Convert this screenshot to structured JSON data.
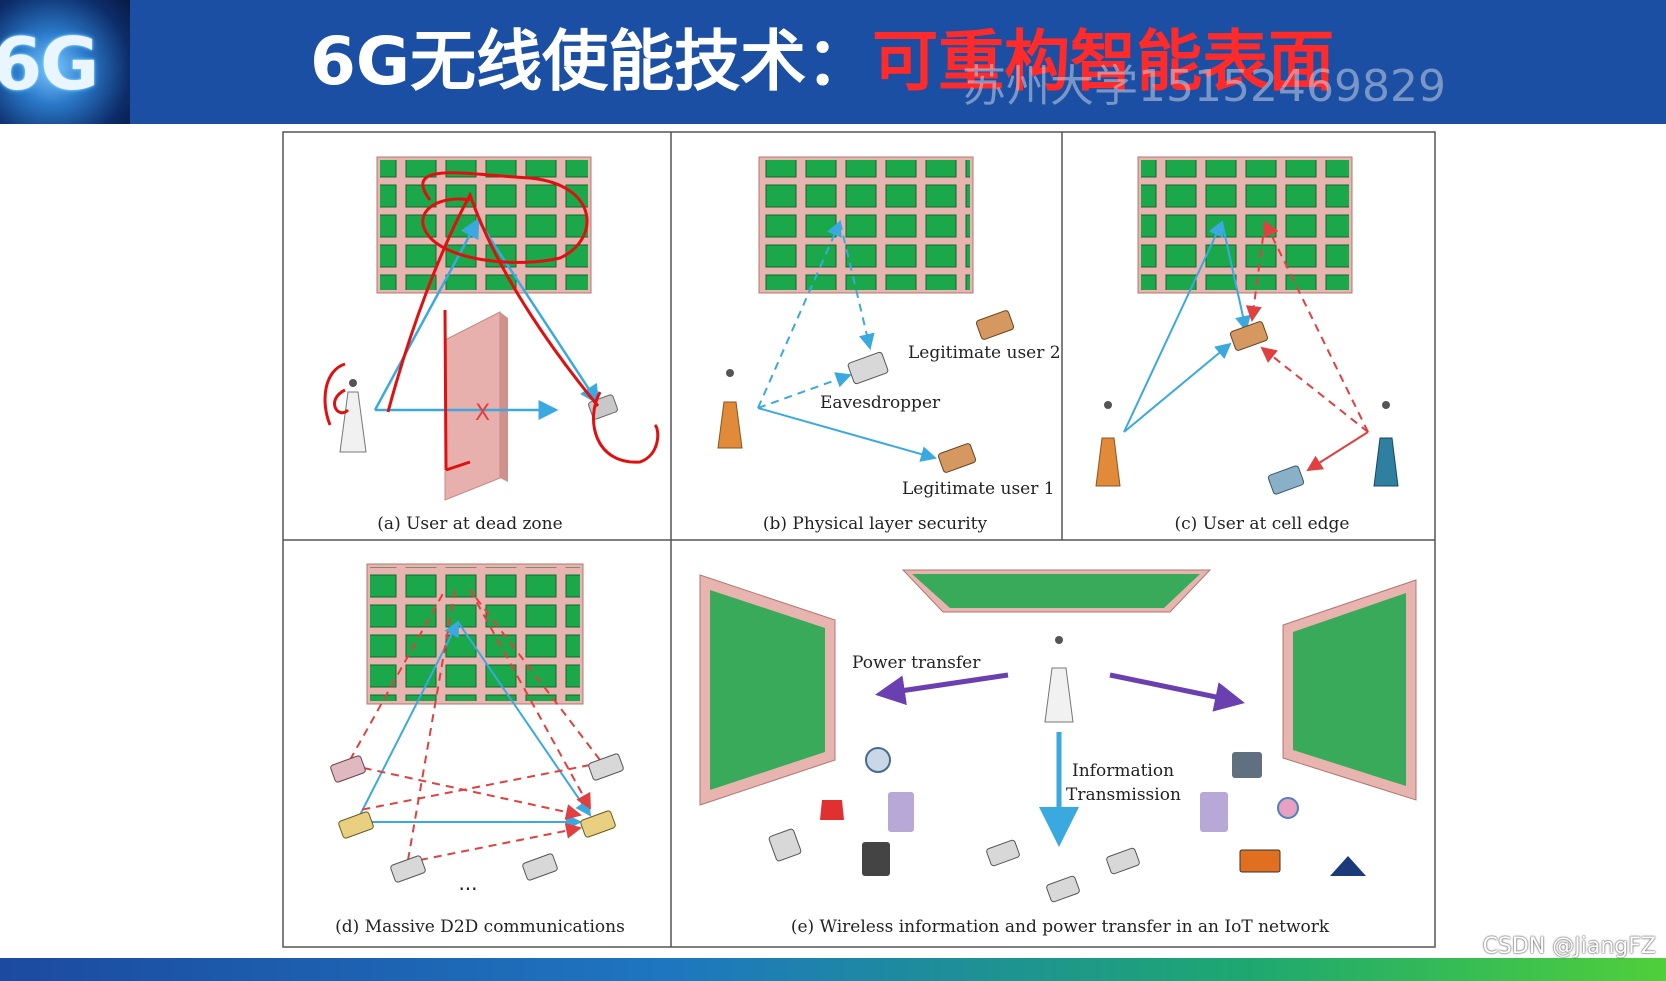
{
  "header": {
    "logo_text": "6G",
    "title_prefix": "6G无线使能技术：",
    "title_highlight": "可重构智能表面",
    "watermark": "苏州大学15152469829"
  },
  "panels": {
    "a": {
      "caption": "(a) User at dead zone"
    },
    "b": {
      "caption": "(b) Physical layer security",
      "labels": [
        "Legitimate user 2",
        "Eavesdropper",
        "Legitimate user 1"
      ]
    },
    "c": {
      "caption": "(c) User at cell edge"
    },
    "d": {
      "caption": "(d) Massive D2D communications",
      "ellipsis": "..."
    },
    "e": {
      "caption": "(e) Wireless information and power transfer in an IoT network",
      "power_label": "Power transfer",
      "info_label_1": "Information",
      "info_label_2": "Transmission"
    }
  },
  "colors": {
    "header_bg": "#1a4fa3",
    "title_highlight": "#ff2a2a",
    "ris_frame": "#e8b4b0",
    "ris_cell": "#1aa84a",
    "signal_blue": "#3aa9e0",
    "interference_red": "#e04040",
    "power_purple": "#6a3fb0"
  },
  "footer": {
    "credit": "CSDN @JiangFZ"
  }
}
